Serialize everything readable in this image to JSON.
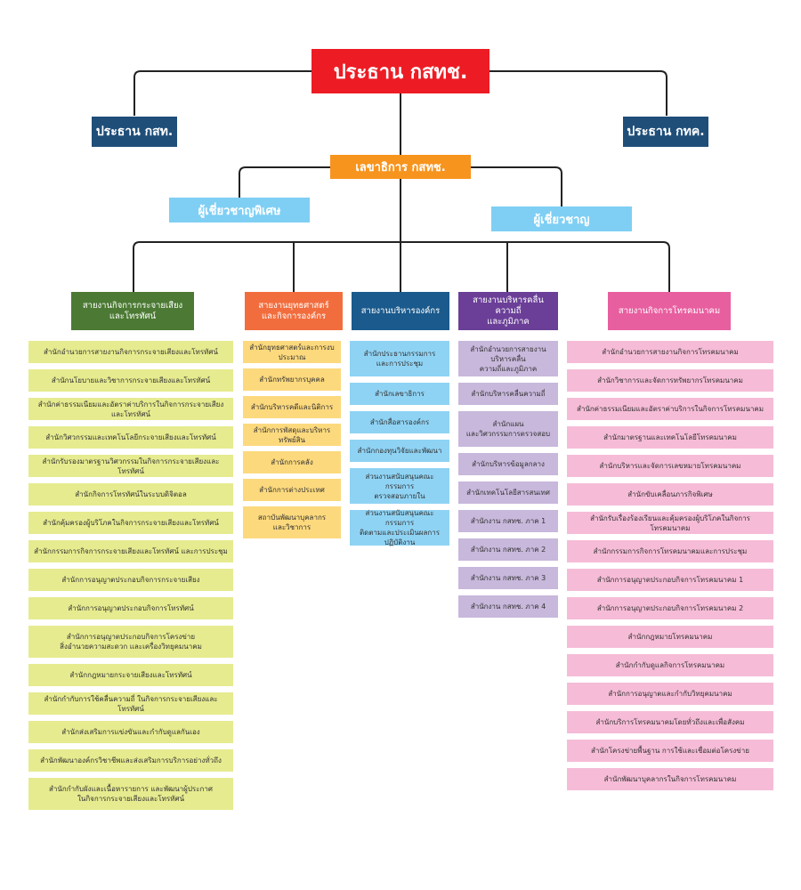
{
  "chairman": "ประธาน กสทช.",
  "chair_broadcast": "ประธาน กสท.",
  "chair_telecom": "ประธาน กทค.",
  "secretary_general": "เลขาธิการ กสทช.",
  "special_experts": "ผู้เชี่ยวชาญพิเศษ",
  "experts": "ผู้เชี่ยวชาญ",
  "lines_color": "#222222",
  "columns": [
    {
      "id": "broadcast",
      "header": "สายงานกิจการกระจายเสียง\nและโทรทัศน์",
      "header_color": "#4c7a34",
      "item_color": "#e6eb8f",
      "items": [
        "สำนักอำนวยการสายงานกิจการกระจายเสียงและโทรทัศน์",
        "สำนักนโยบายและวิชาการกระจายเสียงและโทรทัศน์",
        "สำนักค่าธรรมเนียมและอัตราค่าบริการในกิจการกระจายเสียงและโทรทัศน์",
        "สำนักวิศวกรรมและเทคโนโลยีกระจายเสียงและโทรทัศน์",
        "สำนักรับรองมาตรฐานวิศวกรรมในกิจการกระจายเสียงและโทรทัศน์",
        "สำนักกิจการโทรทัศน์ในระบบดิจิตอล",
        "สำนักคุ้มครองผู้บริโภคในกิจการกระจายเสียงและโทรทัศน์",
        "สำนักกรรมการกิจการกระจายเสียงและโทรทัศน์ และการประชุม",
        "สำนักการอนุญาตประกอบกิจการกระจายเสียง",
        "สำนักการอนุญาตประกอบกิจการโทรทัศน์",
        "สำนักการอนุญาตประกอบกิจการโครงข่าย\nสิ่งอำนวยความสะดวก และเครื่องวิทยุคมนาคม",
        "สำนักกฎหมายกระจายเสียงและโทรทัศน์",
        "สำนักกำกับการใช้คลื่นความถี่ ในกิจการกระจายเสียงและโทรทัศน์",
        "สำนักส่งเสริมการแข่งขันและกำกับดูแลกันเอง",
        "สำนักพัฒนาองค์กรวิชาชีพและส่งเสริมการบริการอย่างทั่วถึง",
        "สำนักกำกับผังและเนื้อหารายการ และพัฒนาผู้ประกาศ\nในกิจการกระจายเสียงและโทรทัศน์"
      ]
    },
    {
      "id": "strategy",
      "header": "สายงานยุทธศาสตร์\nและกิจการองค์กร",
      "header_color": "#f26d3d",
      "item_color": "#fcd97d",
      "items": [
        "สำนักยุทธศาสตร์และการงบประมาณ",
        "สำนักทรัพยากรบุคคล",
        "สำนักบริหารคดีและนิติการ",
        "สำนักการพัสดุและบริหารทรัพย์สิน",
        "สำนักการคลัง",
        "สำนักการต่างประเทศ",
        "สถาบันพัฒนาบุคลากร\nและวิชาการ"
      ]
    },
    {
      "id": "admin",
      "header": "สายงานบริหารองค์กร",
      "header_color": "#1b5a8c",
      "item_color": "#8fd3f4",
      "items": [
        "สำนักประธานกรรมการ\nและการประชุม",
        "สำนักเลขาธิการ",
        "สำนักสื่อสารองค์กร",
        "สำนักกองทุนวิจัยและพัฒนา",
        "ส่วนงานสนับสนุนคณะกรรมการ\nตรวจสอบภายใน",
        "ส่วนงานสนับสนุนคณะกรรมการ\nติดตามและประเมินผลการปฏิบัติงาน"
      ]
    },
    {
      "id": "frequency",
      "header": "สายงานบริหารคลื่นความถี่\nและภูมิภาค",
      "header_color": "#6b3f98",
      "item_color": "#c8b8dc",
      "items": [
        "สำนักอำนวยการสายงานบริหารคลื่น\nความถี่และภูมิภาค",
        "สำนักบริหารคลื่นความถี่",
        "สำนักแผน\nและวิศวกรรมการตรวจสอบ",
        "สำนักบริหารข้อมูลกลาง",
        "สำนักเทคโนโลยีสารสนเทศ",
        "สำนักงาน กสทช. ภาค 1",
        "สำนักงาน กสทช. ภาค 2",
        "สำนักงาน กสทช. ภาค 3",
        "สำนักงาน กสทช. ภาค 4"
      ]
    },
    {
      "id": "telecom",
      "header": "สายงานกิจการโทรคมนาคม",
      "header_color": "#e85fa0",
      "item_color": "#f6bcd7",
      "items": [
        "สำนักอำนวยการสายงานกิจการโทรคมนาคม",
        "สำนักวิชาการและจัดการทรัพยากรโทรคมนาคม",
        "สำนักค่าธรรมเนียมและอัตราค่าบริการในกิจการโทรคมนาคม",
        "สำนักมาตรฐานและเทคโนโลยีโทรคมนาคม",
        "สำนักบริหารและจัดการเลขหมายโทรคมนาคม",
        "สำนักขับเคลื่อนภารกิจพิเศษ",
        "สำนักรับเรื่องร้องเรียนและคุ้มครองผู้บริโภคในกิจการโทรคมนาคม",
        "สำนักกรรมการกิจการโทรคมนาคมและการประชุม",
        "สำนักการอนุญาตประกอบกิจการโทรคมนาคม 1",
        "สำนักการอนุญาตประกอบกิจการโทรคมนาคม 2",
        "สำนักกฎหมายโทรคมนาคม",
        "สำนักกำกับดูแลกิจการโทรคมนาคม",
        "สำนักการอนุญาตและกำกับวิทยุคมนาคม",
        "สำนักบริการโทรคมนาคมโดยทั่วถึงและเพื่อสังคม",
        "สำนักโครงข่ายพื้นฐาน การใช้และเชื่อมต่อโครงข่าย",
        "สำนักพัฒนาบุคลากรในกิจการโทรคมนาคม"
      ]
    }
  ]
}
